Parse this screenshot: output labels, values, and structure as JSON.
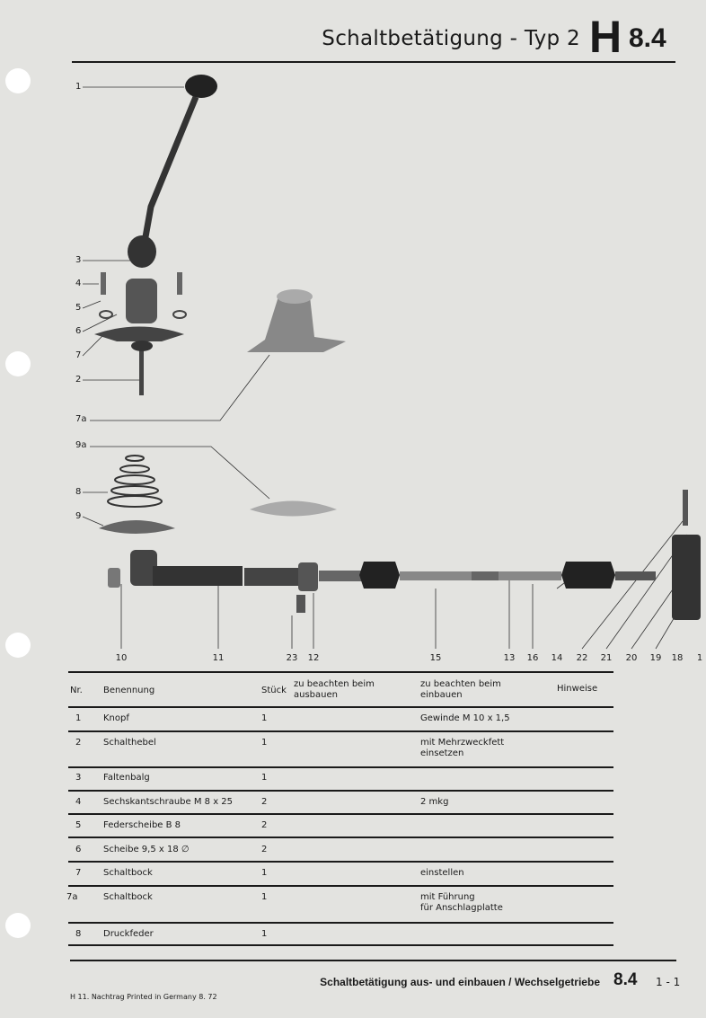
{
  "header": {
    "title": "Schaltbetätigung - Typ 2",
    "section_letter": "H",
    "section_number": "8.4"
  },
  "diagram": {
    "left_labels": [
      "1",
      "3",
      "4",
      "5",
      "6",
      "7",
      "2",
      "7a",
      "9a",
      "8",
      "9"
    ],
    "bottom_labels": [
      "10",
      "11",
      "23",
      "12",
      "15",
      "13",
      "16",
      "14",
      "22",
      "21",
      "20",
      "19",
      "18",
      "1"
    ]
  },
  "table": {
    "headers": {
      "nr": "Nr.",
      "name": "Benennung",
      "qty": "Stück",
      "remove_1": "zu beachten beim",
      "remove_2": "ausbauen",
      "install_1": "zu beachten beim",
      "install_2": "einbauen",
      "notes": "Hinweise"
    },
    "rows": [
      {
        "nr": "1",
        "name": "Knopf",
        "qty": "1",
        "install": "Gewinde M 10 x 1,5",
        "install2": ""
      },
      {
        "nr": "2",
        "name": "Schalthebel",
        "qty": "1",
        "install": "mit Mehrzweckfett",
        "install2": "einsetzen"
      },
      {
        "nr": "3",
        "name": "Faltenbalg",
        "qty": "1",
        "install": "",
        "install2": ""
      },
      {
        "nr": "4",
        "name": "Sechskantschraube M 8 x 25",
        "qty": "2",
        "install": "2 mkg",
        "install2": ""
      },
      {
        "nr": "5",
        "name": "Federscheibe B 8",
        "qty": "2",
        "install": "",
        "install2": ""
      },
      {
        "nr": "6",
        "name": "Scheibe 9,5 x 18 ∅",
        "qty": "2",
        "install": "",
        "install2": ""
      },
      {
        "nr": "7",
        "name": "Schaltbock",
        "qty": "1",
        "install": "einstellen",
        "install2": ""
      },
      {
        "nr": "7a",
        "name": "Schaltbock",
        "qty": "1",
        "install": "mit Führung",
        "install2": "für Anschlagplatte"
      },
      {
        "nr": "8",
        "name": "Druckfeder",
        "qty": "1",
        "install": "",
        "install2": ""
      }
    ]
  },
  "footer": {
    "title": "Schaltbetätigung aus- und einbauen / Wechselgetriebe",
    "section": "8.4",
    "page": "1 - 1",
    "note": "H 11. Nachtrag   Printed in Germany   8. 72"
  }
}
